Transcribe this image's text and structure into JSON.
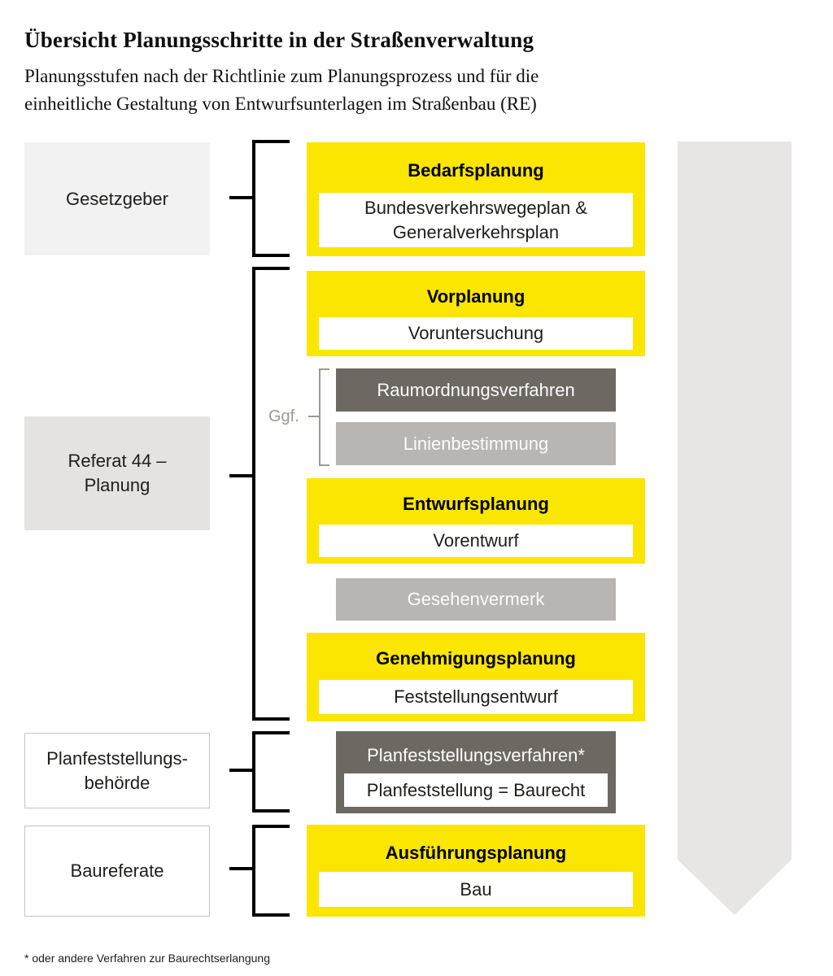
{
  "header": {
    "title": "Übersicht Planungsschritte in der Straßenverwaltung",
    "subtitle": "Planungsstufen nach der Richtlinie zum Planungsprozess und für die\neinheitliche Gestaltung von Entwurfsunterlagen im Straßenbau (RE)"
  },
  "actors": [
    {
      "label": "Gesetzgeber"
    },
    {
      "label": "Referat 44 –\nPlanung"
    },
    {
      "label": "Planfeststellungs-\nbehörde"
    },
    {
      "label": "Baureferate"
    }
  ],
  "stages": {
    "bedarfsplanung": {
      "title": "Bedarfsplanung",
      "detail": "Bundesverkehrswegeplan &\nGeneralverkehrsplan"
    },
    "vorplanung": {
      "title": "Vorplanung",
      "detail": "Voruntersuchung"
    },
    "raumordnung": {
      "label": "Raumordnungsverfahren"
    },
    "linienbestimmung": {
      "label": "Linienbestimmung"
    },
    "entwurfsplanung": {
      "title": "Entwurfsplanung",
      "detail": "Vorentwurf"
    },
    "gesehenvermerk": {
      "label": "Gesehenvermerk"
    },
    "genehmigungsplanung": {
      "title": "Genehmigungsplanung",
      "detail": "Feststellungsentwurf"
    },
    "planfeststellung": {
      "title": "Planfeststellungsverfahren*",
      "detail": "Planfeststellung = Baurecht"
    },
    "ausfuehrungsplanung": {
      "title": "Ausführungsplanung",
      "detail": "Bau"
    }
  },
  "ggf_label": "Ggf.",
  "footnote": "* oder andere Verfahren zur Baurechtserlangung",
  "colors": {
    "yellow": "#FAE600",
    "dark_gray": "#6E6863",
    "mid_gray": "#B8B5B3",
    "light_panel": "#F3F2F2",
    "panel": "#E5E3E2",
    "arrow_gray": "#E7E6E5",
    "muted_gray": "#9C9893",
    "line_black": "#000000"
  }
}
